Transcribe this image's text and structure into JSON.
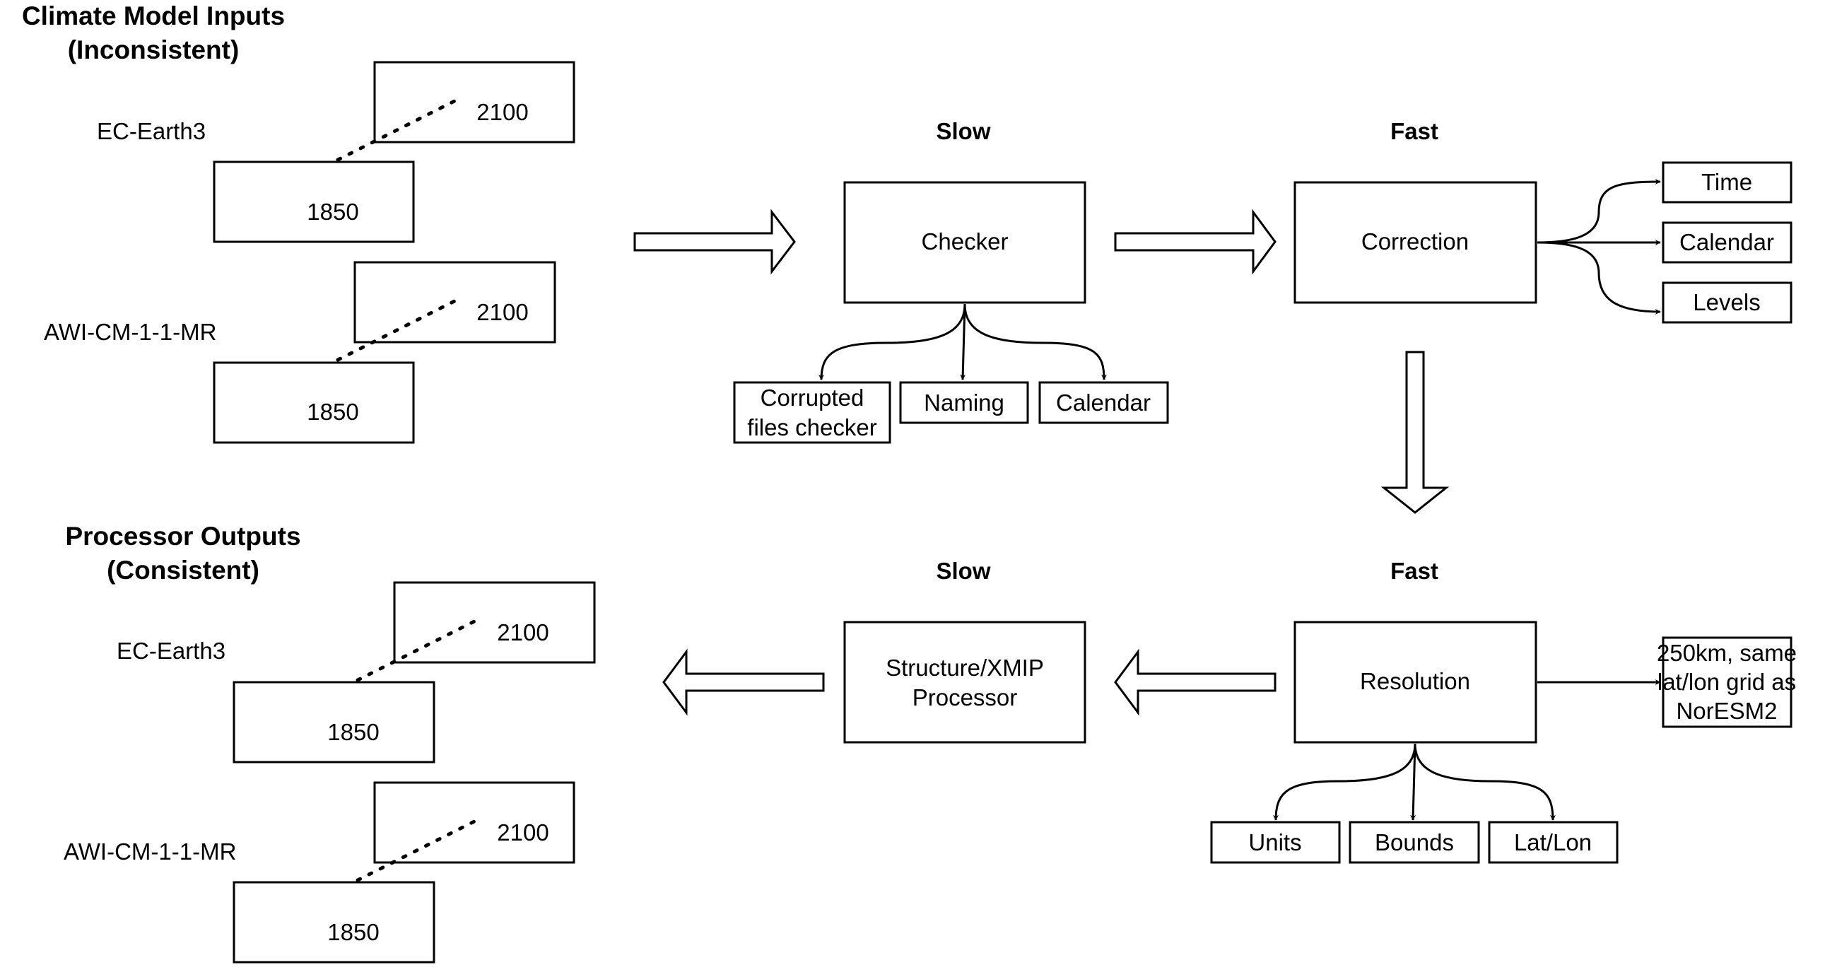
{
  "inputs": {
    "title_line1": "Climate Model Inputs",
    "title_line2": "(Inconsistent)",
    "models": [
      {
        "name": "EC-Earth3",
        "start": "1850",
        "end": "2100"
      },
      {
        "name": "AWI-CM-1-1-MR",
        "start": "1850",
        "end": "2100"
      }
    ]
  },
  "outputs": {
    "title_line1": "Processor Outputs",
    "title_line2": "(Consistent)",
    "models": [
      {
        "name": "EC-Earth3",
        "start": "1850",
        "end": "2100"
      },
      {
        "name": "AWI-CM-1-1-MR",
        "start": "1850",
        "end": "2100"
      }
    ]
  },
  "checker": {
    "speed": "Slow",
    "label": "Checker",
    "children": [
      "Corrupted",
      "files checker",
      "Naming",
      "Calendar"
    ]
  },
  "correction": {
    "speed": "Fast",
    "label": "Correction",
    "children": [
      "Time",
      "Calendar",
      "Levels"
    ]
  },
  "resolution": {
    "speed": "Fast",
    "label": "Resolution",
    "target_line1": "250km, same",
    "target_line2": "lat/lon grid as",
    "target_line3": "NorESM2",
    "children": [
      "Units",
      "Bounds",
      "Lat/Lon"
    ]
  },
  "structure": {
    "speed": "Slow",
    "label_line1": "Structure/XMIP",
    "label_line2": "Processor"
  }
}
